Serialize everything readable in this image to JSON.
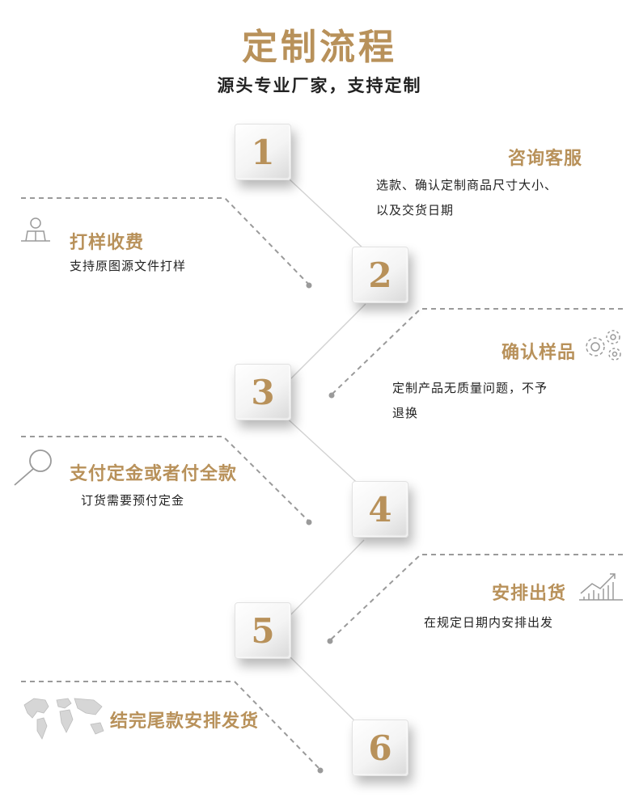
{
  "title": "定制流程",
  "subtitle": "源头专业厂家，支持定制",
  "colors": {
    "accent": "#b8915a",
    "text": "#222222",
    "dash": "#9a9a9a",
    "line": "#d5d5d5"
  },
  "steps": [
    {
      "number": "1",
      "title": "咨询客服",
      "desc_lines": [
        "选款、确认定制商品尺寸大小、",
        "以及交货日期"
      ]
    },
    {
      "number": "2",
      "title": "打样收费",
      "desc_lines": [
        "支持原图源文件打样"
      ],
      "icon": "person-icon"
    },
    {
      "number": "3",
      "title": "确认样品",
      "desc_lines": [
        "定制产品无质量问题，不予",
        "退换"
      ],
      "icon": "gears-icon"
    },
    {
      "number": "4",
      "title": "支付定金或者付全款",
      "desc_lines": [
        "订货需要预付定金"
      ],
      "icon": "magnifier-icon"
    },
    {
      "number": "5",
      "title": "安排出货",
      "desc_lines": [
        "在规定日期内安排出发"
      ],
      "icon": "chart-icon"
    },
    {
      "number": "6",
      "title": "结完尾款安排发货",
      "desc_lines": [],
      "icon": "world-map-icon"
    }
  ]
}
